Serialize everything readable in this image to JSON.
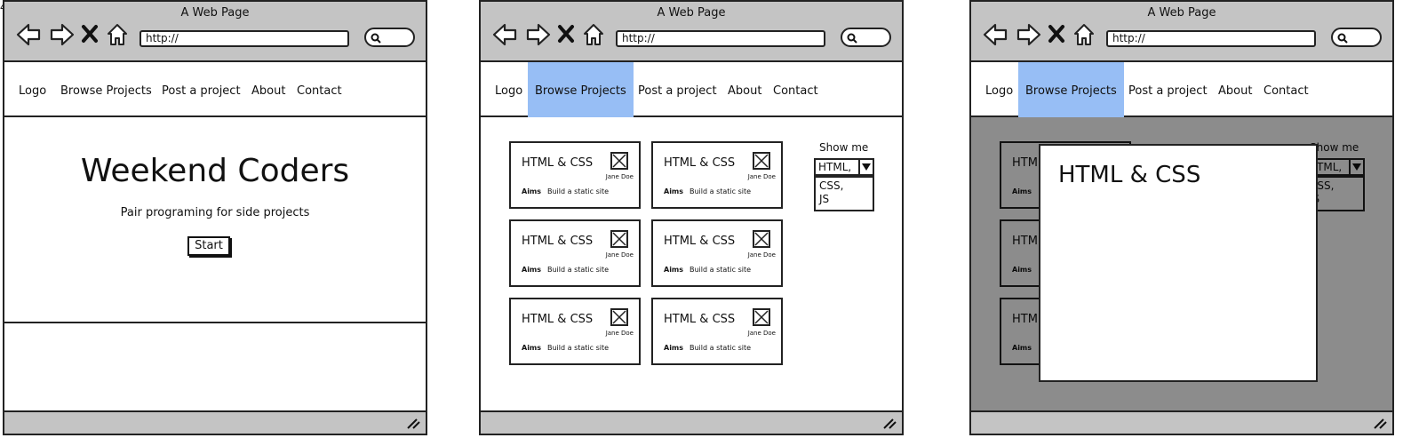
{
  "corner_id": "446750",
  "browser": {
    "window_title": "A Web Page",
    "url": "http://"
  },
  "nav": {
    "items": [
      "Logo",
      "Browse Projects",
      "Post a project",
      "About",
      "Contact"
    ]
  },
  "landing": {
    "title": "Weekend Coders",
    "subtitle": "Pair programing for side projects",
    "start_label": "Start"
  },
  "card": {
    "title": "HTML & CSS",
    "author": "Jane Doe",
    "aims_label": "Aims",
    "aims_text": "Build a static site"
  },
  "filter": {
    "label": "Show me",
    "selected": "HTML,",
    "options_text": [
      "CSS,",
      "JS"
    ]
  },
  "modal": {
    "title": "HTML & CSS"
  },
  "colors": {
    "chrome": "#c4c4c4",
    "active_nav": "#97bef5",
    "overlay": "#8a8a8a"
  }
}
